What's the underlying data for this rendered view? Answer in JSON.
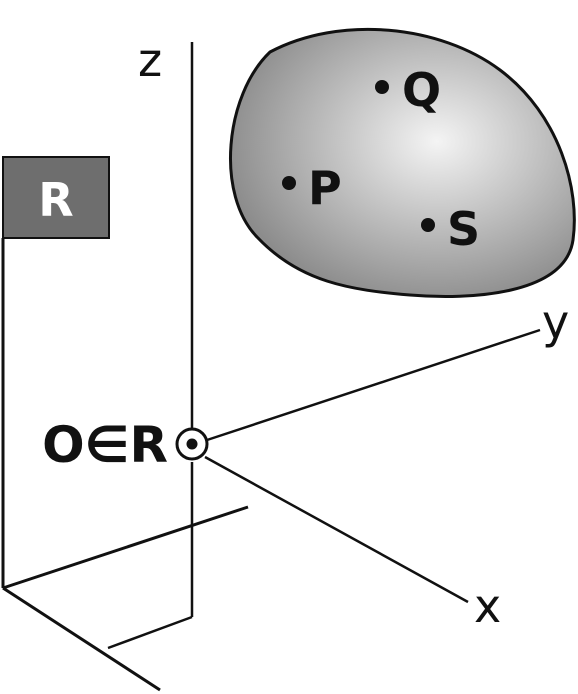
{
  "diagram": {
    "frame": {
      "label": "R",
      "fill": "#6e6e6e"
    },
    "axes": {
      "z": "z",
      "y": "y",
      "x": "x"
    },
    "origin": {
      "label": "O∈R"
    },
    "body": {
      "fill_center": "#f4f4f4",
      "fill_edge": "#8c8c8c",
      "points": [
        {
          "label": "Q"
        },
        {
          "label": "P"
        },
        {
          "label": "S"
        }
      ]
    }
  }
}
